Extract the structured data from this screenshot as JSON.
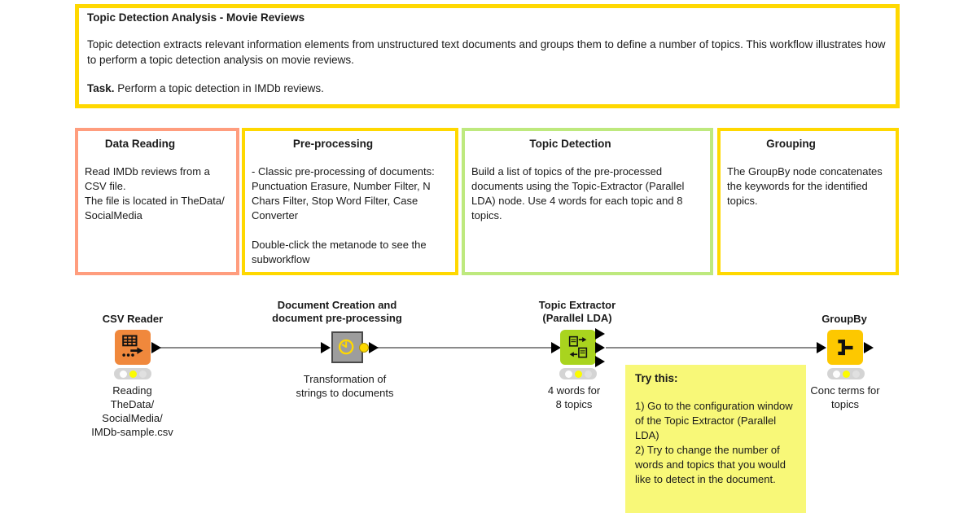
{
  "colors": {
    "yellow_border": "#FFD800",
    "salmon_border": "#FF9D7E",
    "green_border": "#BEE97E",
    "sticky_bg": "#F8F878",
    "csv_node": "#F0883C",
    "metanode": "#9D9D9D",
    "lda_node": "#A9D41E",
    "groupby_node": "#FDC800"
  },
  "intro": {
    "title": "Topic Detection Analysis - Movie Reviews",
    "paragraph": "Topic detection extracts relevant information elements from unstructured text documents and groups them to define a number of topics. This workflow illustrates how to perform a topic detection analysis on movie reviews.",
    "task_label": "Task.",
    "task_text": " Perform a topic detection in IMDb reviews."
  },
  "boxes": [
    {
      "title": "Data Reading",
      "body": "Read IMDb reviews from a CSV file.\nThe file is located in TheData/\nSocialMedia",
      "border_color": "#FF9D7E"
    },
    {
      "title": "Pre-processing",
      "body": "- Classic pre-processing of documents: Punctuation Erasure, Number Filter, N Chars Filter, Stop Word Filter, Case Converter\n\nDouble-click the metanode to see the subworkflow",
      "border_color": "#FFD800"
    },
    {
      "title": "Topic Detection",
      "body": "Build a list of topics of the pre-processed documents using the Topic-Extractor (Parallel LDA) node. Use 4 words for each topic and 8 topics.",
      "border_color": "#BEE97E"
    },
    {
      "title": "Grouping",
      "body": "The GroupBy node concatenates the keywords for the identified topics.",
      "border_color": "#FFD800"
    }
  ],
  "nodes": [
    {
      "name": "CSV Reader",
      "sub": "Reading\nTheData/\nSocialMedia/\nIMDb-sample.csv",
      "color": "#F0883C",
      "state": "configured"
    },
    {
      "name": "Document Creation and\ndocument pre-processing",
      "sub": "Transformation of\nstrings to documents",
      "color": "#9D9D9D",
      "type": "metanode"
    },
    {
      "name": "Topic Extractor\n(Parallel LDA)",
      "sub": "4 words for\n8 topics",
      "color": "#A9D41E",
      "state": "configured"
    },
    {
      "name": "GroupBy",
      "sub": "Conc terms for\ntopics",
      "color": "#FDC800",
      "state": "configured"
    }
  ],
  "sticky_note": {
    "title": "Try this:",
    "body": "1) Go to the configuration window of the Topic Extractor (Parallel LDA)\n2) Try to change the number of words and topics that you would like to detect in the document."
  }
}
